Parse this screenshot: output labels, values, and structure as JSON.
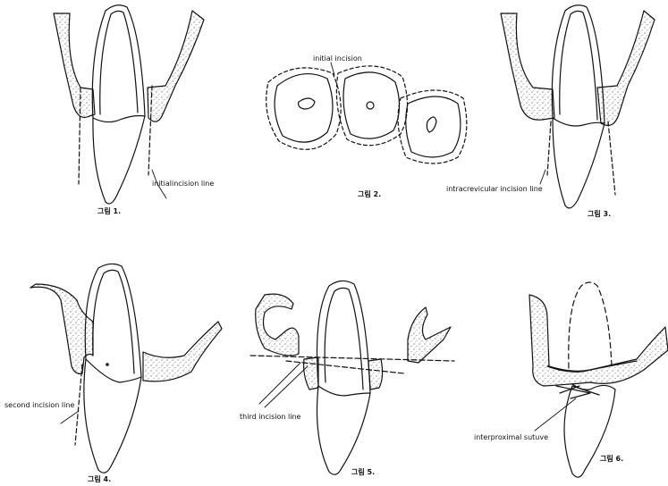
{
  "figures": [
    {
      "id": "fig1",
      "caption": "그림 1.",
      "label": "initialincision line"
    },
    {
      "id": "fig2",
      "caption": "그림 2.",
      "label": "initial incision"
    },
    {
      "id": "fig3",
      "caption": "그림 3.",
      "label": "intracrevicular incision line"
    },
    {
      "id": "fig4",
      "caption": "그림 4.",
      "label": "second incision line"
    },
    {
      "id": "fig5",
      "caption": "그림 5.",
      "label": "third incision line"
    },
    {
      "id": "fig6",
      "caption": "그림 6.",
      "label": "interproximal sutuve"
    }
  ],
  "colors": {
    "ink": "#111111",
    "stipple": "#555555",
    "background": "#ffffff"
  }
}
